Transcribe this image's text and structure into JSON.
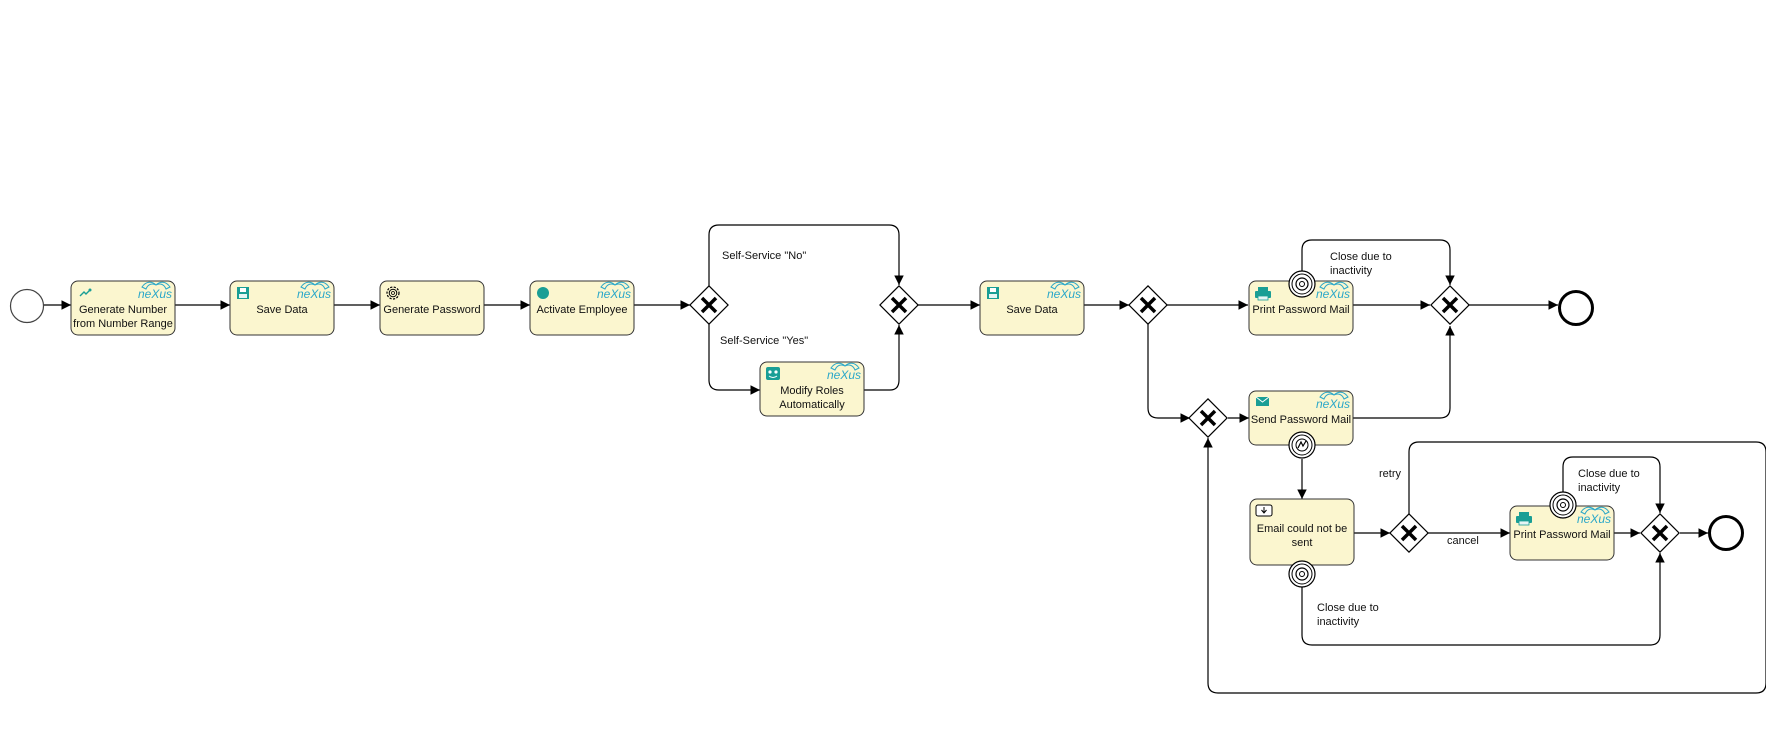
{
  "diagram": {
    "brand_label": "neXus",
    "colors": {
      "task_fill": "#fbf6cf",
      "task_stroke": "#333333",
      "line": "#000000",
      "brand": "#2aa7c9",
      "icon_teal": "#1a9e95"
    },
    "tasks": {
      "t1": {
        "line1": "Generate Number",
        "line2": "from Number Range"
      },
      "t2": {
        "line1": "Save Data"
      },
      "t3": {
        "line1": "Generate Password"
      },
      "t4": {
        "line1": "Activate Employee"
      },
      "t5": {
        "line1": "Modify Roles",
        "line2": "Automatically"
      },
      "t6": {
        "line1": "Save Data"
      },
      "t7": {
        "line1": "Print Password Mail"
      },
      "t8": {
        "line1": "Send Password Mail"
      },
      "t9": {
        "line1": "Email could not be",
        "line2": "sent"
      },
      "t10": {
        "line1": "Print Password Mail"
      }
    },
    "flow_labels": {
      "self_service_no": "Self-Service \"No\"",
      "self_service_yes": "Self-Service \"Yes\"",
      "close1_l1": "Close due to",
      "close1_l2": "inactivity",
      "close2_l1": "Close due to",
      "close2_l2": "inactivity",
      "close3_l1": "Close due to",
      "close3_l2": "inactivity",
      "retry": "retry",
      "cancel": "cancel"
    }
  }
}
